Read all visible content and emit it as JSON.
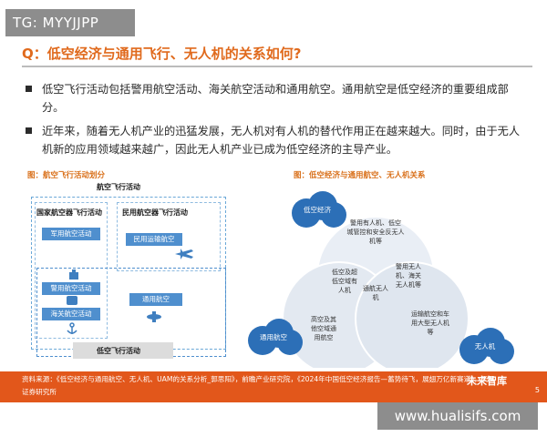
{
  "watermark_top": "TG: MYYJJPP",
  "watermark_bottom": "www.hualisifs.com",
  "title": "Q：低空经济与通用飞行、无人机的关系如何?",
  "bullets": [
    "低空飞行活动包括警用航空活动、海关航空活动和通用航空。通用航空是低空经济的重要组成部分。",
    "近年来，随着无人机产业的迅猛发展，无人机对有人机的替代作用正在越来越大。同时，由于无人机新的应用领域越来越广，因此无人机产业已成为低空经济的主导产业。"
  ],
  "left_figure": {
    "caption": "图：航空飞行活动划分",
    "top_label": "航空飞行活动",
    "state_label": "国家航空器飞行活动",
    "civil_label": "民用航空器飞行活动",
    "military": "军用航空活动",
    "police": "警用航空活动",
    "customs": "海关航空活动",
    "civil_transport": "民用运输航空",
    "general": "通用航空",
    "low_altitude": "低空飞行活动"
  },
  "right_figure": {
    "caption": "图：低空经济与通用航空、无人机关系",
    "low_econ": "低空经济",
    "general_aviation": "通用航空",
    "uav": "无人机",
    "c1": "警用有人机、低空\n城管控和安全反无人\n机等",
    "c2": "低空及超\n低空域有\n人机",
    "c3": "警用无人\n机、海关\n无人机等",
    "c4": "通航无人\n机",
    "c5": "高空及其\n他空域通\n用航空",
    "c6": "运输航空和车\n用大型无人机\n等"
  },
  "footer": {
    "source": "资料来源：《低空经济与通用航空、无人机、UAM的关系分析_郭思阳》，前瞻产业研究院，《2024年中国低空经济报告—蓄势待飞，展翅万亿新赛道》，天风证券研究所",
    "logo": "未来智库",
    "page": "5"
  }
}
